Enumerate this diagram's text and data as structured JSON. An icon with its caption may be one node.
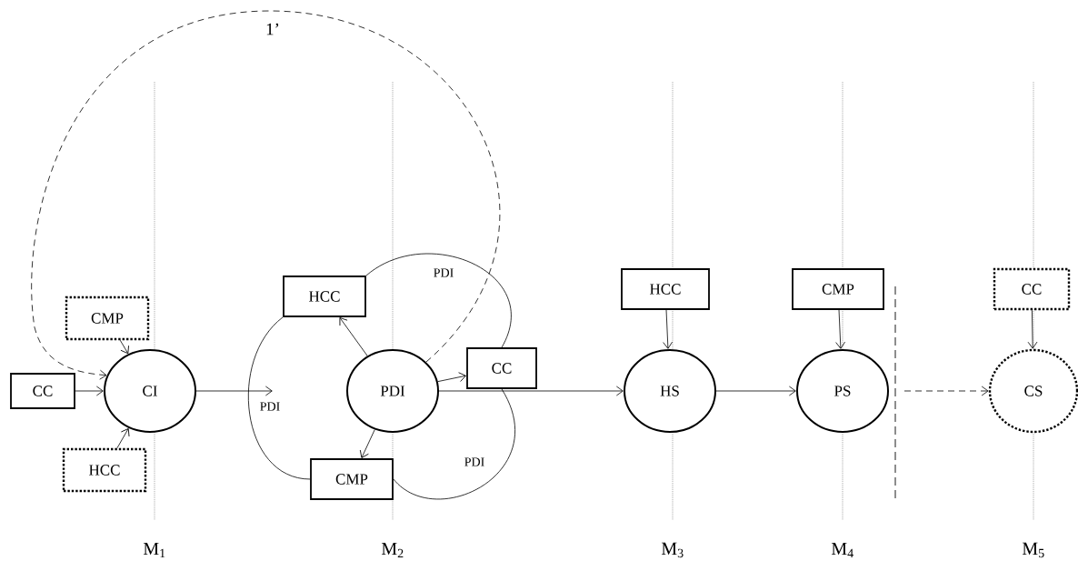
{
  "diagram": {
    "nodes": [
      {
        "text": [
          "CC"
        ]
      },
      {
        "text": [
          "CMP"
        ]
      },
      {
        "text": [
          "HCC"
        ]
      },
      {
        "text": [
          "CI"
        ]
      },
      {
        "text": [
          "PDI"
        ]
      },
      {
        "text": [
          "HCC"
        ]
      },
      {
        "text": [
          "CC"
        ]
      },
      {
        "text": [
          "CMP"
        ]
      },
      {
        "text": [
          "HS"
        ]
      },
      {
        "text": [
          "HCC"
        ]
      },
      {
        "text": [
          "PS"
        ]
      },
      {
        "text": [
          "CMP"
        ]
      },
      {
        "text": [
          "CS"
        ]
      },
      {
        "text": [
          "CC"
        ]
      }
    ],
    "edges": [
      {
        "from": 0,
        "to": 3,
        "arrow": "to"
      },
      {
        "from": 1,
        "to": 3,
        "arrow": "to"
      },
      {
        "from": 2,
        "to": 3,
        "arrow": "to"
      },
      {
        "from": 3,
        "to": null,
        "arrow": "to"
      },
      {
        "from": 4,
        "to": 3,
        "arrow": "to",
        "style": "dashed",
        "label": "1’"
      },
      {
        "from": 4,
        "to": 5,
        "arrow": "to"
      },
      {
        "from": 4,
        "to": 6,
        "arrow": "to"
      },
      {
        "from": 4,
        "to": 7,
        "arrow": "to"
      },
      {
        "from": 5,
        "to": 7,
        "arrow": "none",
        "label": "PDI"
      },
      {
        "from": 5,
        "to": 6,
        "arrow": "none",
        "label": "PDI"
      },
      {
        "from": 6,
        "to": 7,
        "arrow": "none",
        "label": "PDI"
      },
      {
        "from": 4,
        "to": 8,
        "arrow": "to"
      },
      {
        "from": 9,
        "to": 8,
        "arrow": "to"
      },
      {
        "from": 8,
        "to": 10,
        "arrow": "to"
      },
      {
        "from": 11,
        "to": 10,
        "arrow": "to"
      },
      {
        "from": 13,
        "to": 12,
        "arrow": "to"
      },
      {
        "from": null,
        "to": 12,
        "arrow": "to",
        "style": "dashed"
      }
    ],
    "labels": [
      "M$_{1}$",
      "M$_{2}$",
      "M$_{3}$",
      "M$_{4}$",
      "M$_{5}$"
    ]
  }
}
